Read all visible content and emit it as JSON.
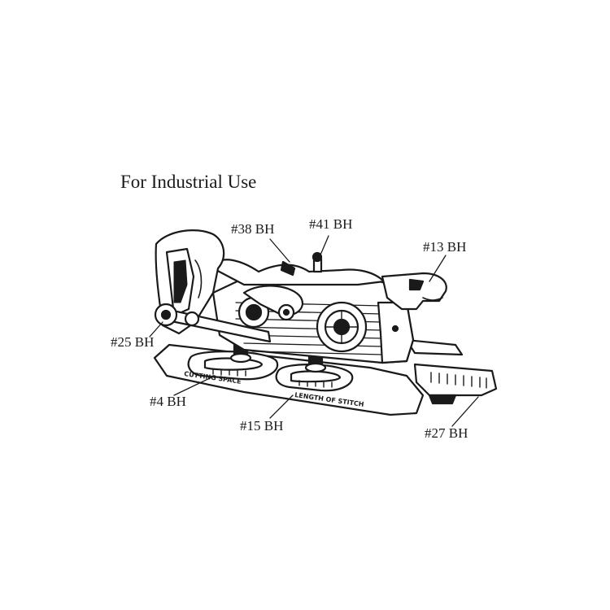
{
  "diagram": {
    "title": "For Industrial Use",
    "labels": {
      "bh38": "#38 BH",
      "bh41": "#41 BH",
      "bh13": "#13 BH",
      "bh25": "#25 BH",
      "bh4": "#4 BH",
      "bh15": "#15 BH",
      "bh27": "#27 BH"
    },
    "engraving": {
      "left": "CUTTING SPACE",
      "right": "LENGTH OF STITCH"
    },
    "ink_color": "#1a1a1a"
  }
}
